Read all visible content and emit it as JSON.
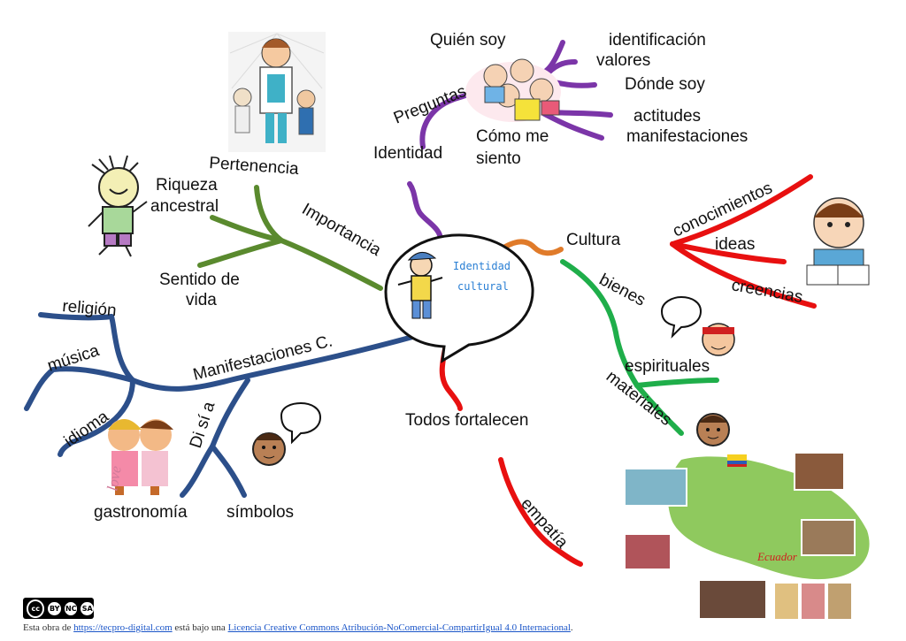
{
  "center": {
    "line1": "Identidad",
    "line2": "cultural"
  },
  "branches": {
    "identidad": "Identidad",
    "preguntas": "Preguntas",
    "quien_soy": "Quién soy",
    "identificacion": "identificación",
    "valores": "valores",
    "donde_soy": "Dónde soy",
    "como_me_siento_1": "Cómo me",
    "como_me_siento_2": "siento",
    "actitudes": "actitudes",
    "manifestaciones": "manifestaciones",
    "pertenencia": "Pertenencia",
    "riqueza_1": "Riqueza",
    "riqueza_2": "ancestral",
    "importancia": "Importancia",
    "sentido_1": "Sentido de",
    "sentido_2": "vida",
    "manifestaciones_c": "Manifestaciones C.",
    "religion": "religión",
    "musica": "música",
    "idioma": "idioma",
    "di_si_a": "Di sí a",
    "gastronomia": "gastronomía",
    "simbolos": "símbolos",
    "cultura": "Cultura",
    "conocimientos": "conocimientos",
    "ideas": "ideas",
    "creencias": "creencias",
    "bienes": "bienes",
    "espirituales": "espirituales",
    "materiales": "materiales",
    "todos_fortalecen": "Todos fortalecen",
    "empatia": "empatía"
  },
  "pictures": {
    "love_text": "love",
    "ecuador_text": "Ecuador"
  },
  "colors": {
    "purple": "#7b35a8",
    "green": "#5a8a2e",
    "navy": "#2c4f8a",
    "orange": "#e07b2a",
    "bright_green": "#1fae4a",
    "red": "#e81010"
  },
  "license": {
    "cc_badge": "cc",
    "cc_by": "BY",
    "cc_nc": "NC",
    "cc_sa": "SA",
    "prefix": "Esta obra de",
    "link": "https://tecpro-digital.com",
    "middle": "está bajo una",
    "license_link": "Licencia Creative Commons Atribución-NoComercial-CompartirIgual 4.0 Internacional",
    "suffix": "."
  }
}
